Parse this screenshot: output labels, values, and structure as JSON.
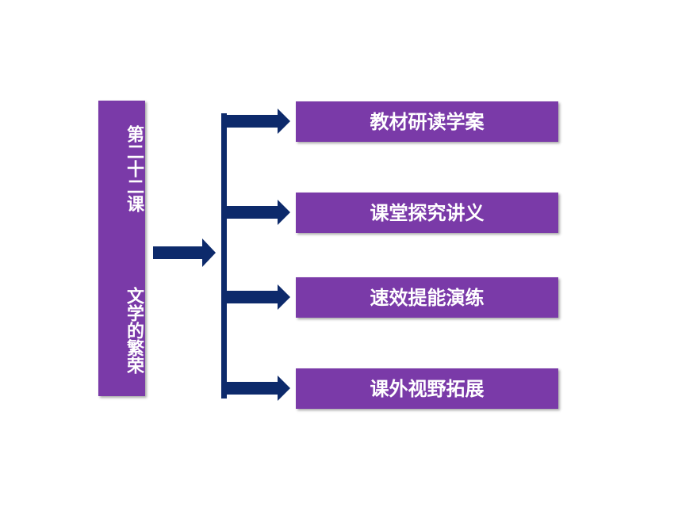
{
  "lesson": {
    "number_label": "第二十二课",
    "title": "文学的繁荣"
  },
  "menu": {
    "items": [
      {
        "label": "教材研读学案"
      },
      {
        "label": "课堂探究讲义"
      },
      {
        "label": "速效提能演练"
      },
      {
        "label": "课外视野拓展"
      }
    ]
  },
  "colors": {
    "panel": "#7a3aa8",
    "arrow": "#0d2a6b",
    "text": "#ffffff"
  }
}
